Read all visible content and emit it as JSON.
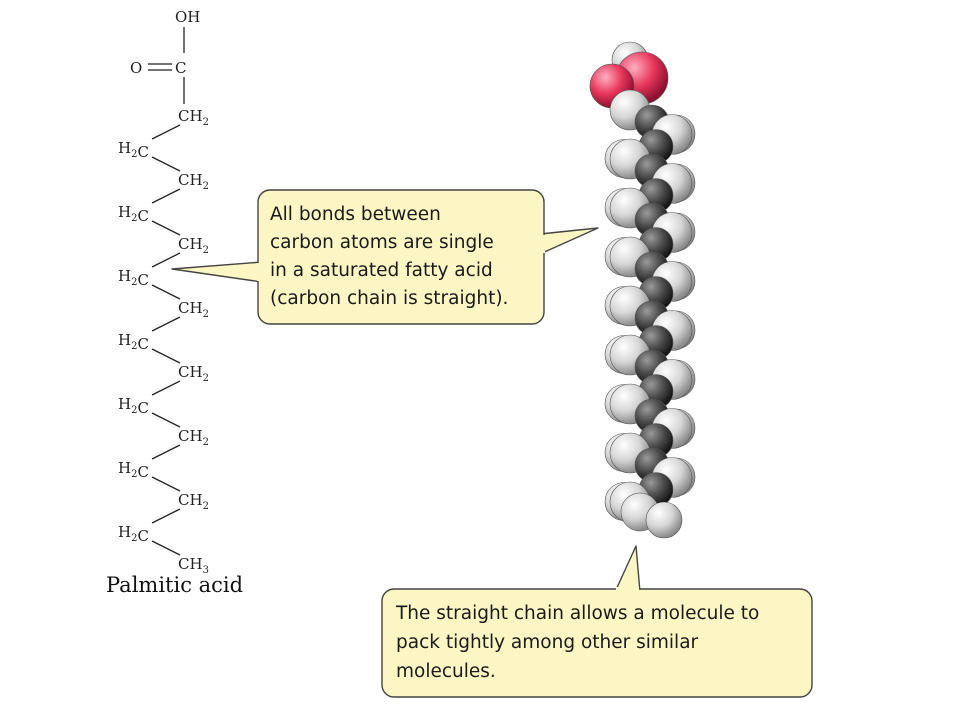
{
  "molecule": {
    "name": "Palmitic acid",
    "carboxyl": {
      "hydroxyl": "OH",
      "oxygen": "O",
      "carbon": "C"
    },
    "right_groups": [
      "CH2",
      "CH2",
      "CH2",
      "CH2",
      "CH2",
      "CH2",
      "CH2",
      "CH3"
    ],
    "left_groups": [
      "H2C",
      "H2C",
      "H2C",
      "H2C",
      "H2C",
      "H2C",
      "H2C"
    ]
  },
  "callouts": {
    "single_bonds": {
      "lines": [
        "All bonds between",
        "carbon atoms are single",
        "in a saturated fatty acid",
        "(carbon chain is straight)."
      ]
    },
    "straight_chain": {
      "lines": [
        "The straight chain allows a molecule to",
        "pack tightly among other similar",
        "molecules."
      ]
    }
  },
  "colors": {
    "callout_fill": "#fbf6c4",
    "callout_border": "#444444",
    "oxygen_red": "#e8345a",
    "carbon_dark": "#4a4a4a",
    "hydrogen_gray": "#d9d9d9"
  }
}
